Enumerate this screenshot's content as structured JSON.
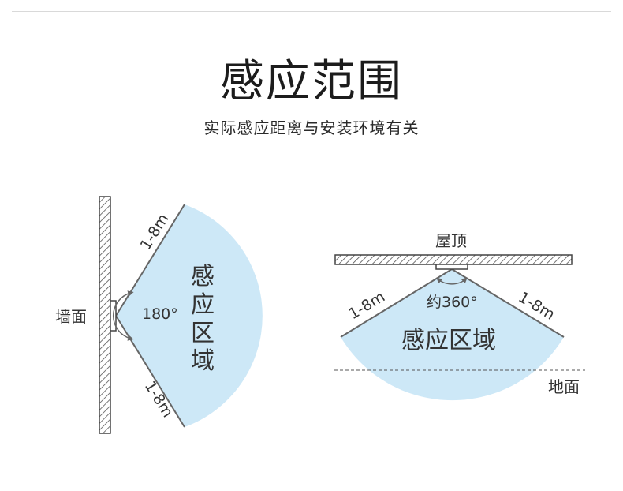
{
  "header": {
    "title": "感应范围",
    "subtitle": "实际感应距离与安装环境有关"
  },
  "wall_diagram": {
    "wall_label": "墙面",
    "distance_top": "1-8m",
    "distance_bottom": "1-8m",
    "angle_label": "180°",
    "zone_chars": [
      "感",
      "应",
      "区",
      "域"
    ]
  },
  "ceiling_diagram": {
    "ceiling_label": "屋顶",
    "ground_label": "地面",
    "distance_left": "1-8m",
    "distance_right": "1-8m",
    "angle_label": "约360°",
    "zone_label": "感应区域"
  },
  "colors": {
    "zone_fill": "#cde8f7",
    "line": "#666666",
    "hatch": "#555555"
  }
}
